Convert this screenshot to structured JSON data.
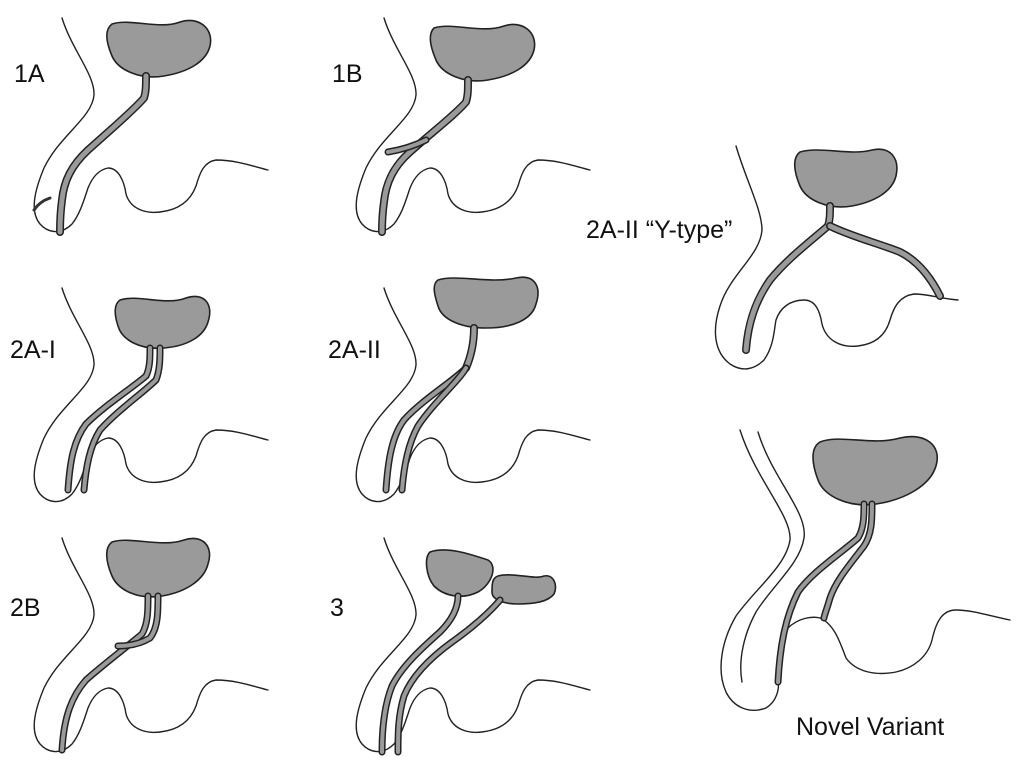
{
  "panels": [
    {
      "id": "1A",
      "label": "1A"
    },
    {
      "id": "1B",
      "label": "1B"
    },
    {
      "id": "2A-II-Y",
      "label": "2A-II “Y-type”"
    },
    {
      "id": "2A-I",
      "label": "2A-I"
    },
    {
      "id": "2A-II",
      "label": "2A-II"
    },
    {
      "id": "2B",
      "label": "2B"
    },
    {
      "id": "3",
      "label": "3"
    },
    {
      "id": "novel",
      "label": "Novel Variant"
    }
  ],
  "colors": {
    "lobe_fill": "#9a9a9a",
    "outline": "#222222",
    "background": "#ffffff"
  }
}
